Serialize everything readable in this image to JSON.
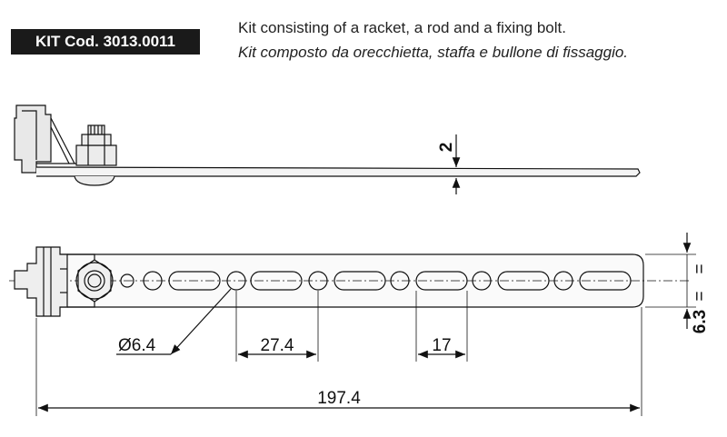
{
  "header": {
    "kit_code": "KIT Cod. 3013.0011",
    "description_en": "Kit consisting of a racket, a rod and a fixing bolt.",
    "description_it": "Kit composto da orecchietta, staffa e bullone di fissaggio."
  },
  "dimensions": {
    "thickness": "2",
    "hole_diameter": "Ø6.4",
    "hole_pitch": "27.4",
    "slot_length": "17",
    "total_length": "197.4",
    "width": "6.3",
    "equal_mark_top": "=",
    "equal_mark_bottom": "="
  }
}
